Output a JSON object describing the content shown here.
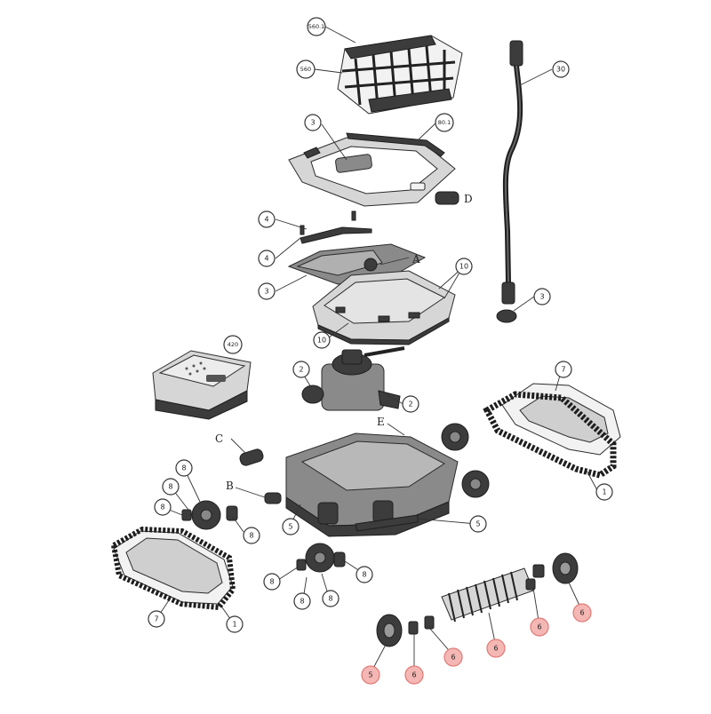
{
  "diagram": {
    "callouts": [
      {
        "id": "c-560-1",
        "text": "560.1",
        "highlight": false
      },
      {
        "id": "c-560",
        "text": "560",
        "highlight": false
      },
      {
        "id": "c-30",
        "text": "30",
        "highlight": false
      },
      {
        "id": "c-3-top",
        "text": "3",
        "highlight": false
      },
      {
        "id": "c-80-1",
        "text": "80.1",
        "highlight": false
      },
      {
        "id": "c-4a",
        "text": "4",
        "highlight": false
      },
      {
        "id": "c-4b",
        "text": "4",
        "highlight": false
      },
      {
        "id": "c-3-cover",
        "text": "3",
        "highlight": false
      },
      {
        "id": "c-10a",
        "text": "10",
        "highlight": false
      },
      {
        "id": "c-10b",
        "text": "10",
        "highlight": false
      },
      {
        "id": "c-3-hose",
        "text": "3",
        "highlight": false
      },
      {
        "id": "c-420",
        "text": "420",
        "highlight": false
      },
      {
        "id": "c-2a",
        "text": "2",
        "highlight": false
      },
      {
        "id": "c-2b",
        "text": "2",
        "highlight": false
      },
      {
        "id": "c-7a",
        "text": "7",
        "highlight": false
      },
      {
        "id": "c-1a",
        "text": "1",
        "highlight": false
      },
      {
        "id": "c-8a",
        "text": "8",
        "highlight": false
      },
      {
        "id": "c-8b",
        "text": "8",
        "highlight": false
      },
      {
        "id": "c-8c",
        "text": "8",
        "highlight": false
      },
      {
        "id": "c-8d",
        "text": "8",
        "highlight": false
      },
      {
        "id": "c-5a",
        "text": "5",
        "highlight": false
      },
      {
        "id": "c-5b",
        "text": "5",
        "highlight": false
      },
      {
        "id": "c-8e",
        "text": "8",
        "highlight": false
      },
      {
        "id": "c-8f",
        "text": "8",
        "highlight": false
      },
      {
        "id": "c-8g",
        "text": "8",
        "highlight": false
      },
      {
        "id": "c-8h",
        "text": "8",
        "highlight": false
      },
      {
        "id": "c-7b",
        "text": "7",
        "highlight": false
      },
      {
        "id": "c-1b",
        "text": "1",
        "highlight": false
      },
      {
        "id": "c-6a",
        "text": "6",
        "highlight": true
      },
      {
        "id": "c-6b",
        "text": "6",
        "highlight": true
      },
      {
        "id": "c-6c",
        "text": "6",
        "highlight": true
      },
      {
        "id": "c-6d",
        "text": "6",
        "highlight": true
      },
      {
        "id": "c-6e",
        "text": "6",
        "highlight": true
      },
      {
        "id": "c-5c",
        "text": "5",
        "highlight": true
      }
    ],
    "letters": [
      {
        "id": "L-D",
        "text": "D"
      },
      {
        "id": "L-A",
        "text": "A"
      },
      {
        "id": "L-C",
        "text": "C"
      },
      {
        "id": "L-B",
        "text": "B"
      },
      {
        "id": "L-E",
        "text": "E"
      }
    ],
    "colors": {
      "highlight_fill": "#f4b7b4",
      "highlight_stroke": "#e07a76",
      "line": "#333333"
    }
  }
}
